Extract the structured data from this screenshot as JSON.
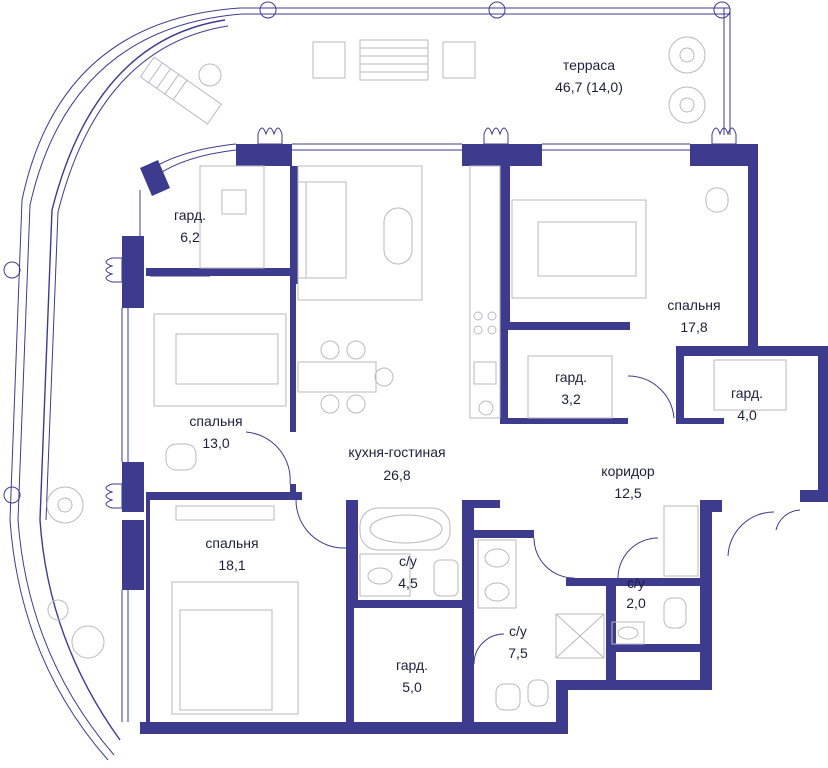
{
  "colors": {
    "wall": "#3d3b8e",
    "furniture": "#b9b9bf",
    "text": "#1e1e3c"
  },
  "rooms": {
    "terrace": {
      "name": "терраса",
      "area": "46,7 (14,0)"
    },
    "wardrobe1": {
      "name": "гард.",
      "area": "6,2"
    },
    "bedroom1": {
      "name": "спальня",
      "area": "13,0"
    },
    "living": {
      "name": "кухня-гостиная",
      "area": "26,8"
    },
    "bedroom2": {
      "name": "спальня",
      "area": "17,8"
    },
    "wardrobe2": {
      "name": "гард.",
      "area": "3,2"
    },
    "wardrobe3": {
      "name": "гард.",
      "area": "4,0"
    },
    "corridor": {
      "name": "коридор",
      "area": "12,5"
    },
    "bedroom3": {
      "name": "спальня",
      "area": "18,1"
    },
    "bath1": {
      "name": "с/у",
      "area": "4,5"
    },
    "bath2": {
      "name": "с/у",
      "area": "7,5"
    },
    "bath3": {
      "name": "с/у",
      "area": "2,0"
    },
    "wardrobe4": {
      "name": "гард.",
      "area": "5,0"
    }
  }
}
